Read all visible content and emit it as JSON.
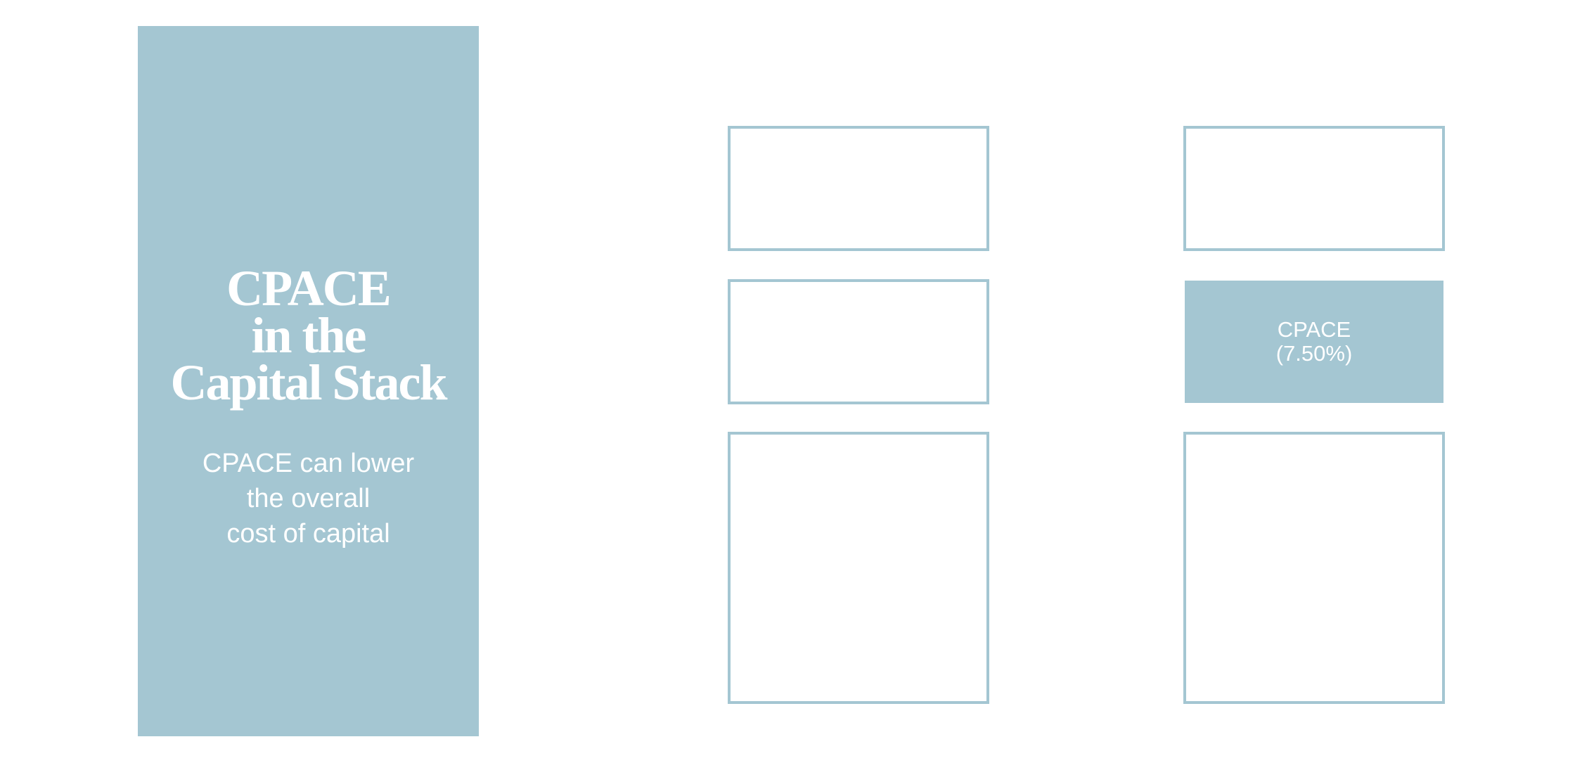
{
  "panel": {
    "title_lines": [
      "CPACE",
      "in the",
      "Capital Stack"
    ],
    "subtitle_lines": [
      "CPACE can lower",
      "the overall",
      "cost of capital"
    ]
  },
  "stacks": {
    "without_cpace": {
      "layers": [
        {
          "label": ""
        },
        {
          "label": ""
        },
        {
          "label": ""
        }
      ]
    },
    "with_cpace": {
      "layers": [
        {
          "label": ""
        },
        {
          "label_lines": [
            "CPACE",
            "(7.50%)"
          ],
          "highlighted": true
        },
        {
          "label": ""
        }
      ]
    }
  },
  "colors": {
    "accent": "#a4c6d2",
    "background": "#ffffff",
    "text_on_accent": "#ffffff"
  }
}
